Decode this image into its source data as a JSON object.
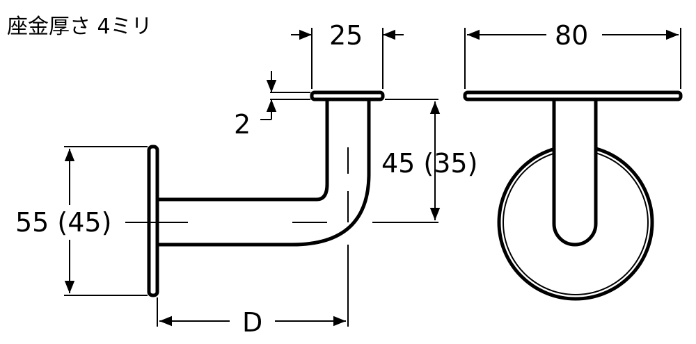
{
  "diagram": {
    "note": "座金厚さ 4ミリ",
    "dimensions": {
      "flange_width": "25",
      "flange_thickness": "2",
      "arm_height": "45 (35)",
      "wall_plate_height": "55 (45)",
      "projection": "D",
      "base_width": "80"
    }
  }
}
